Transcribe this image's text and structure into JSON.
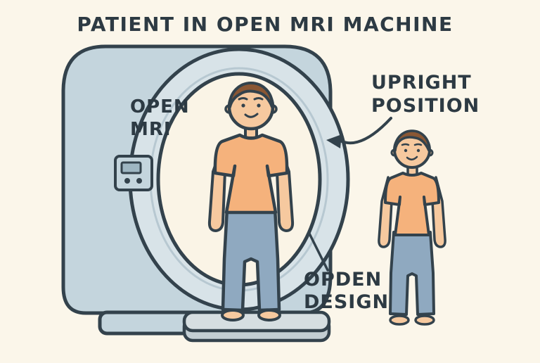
{
  "title": "PATIENT IN OPEN MRI MACHINE",
  "machine": {
    "label_line1": "OPEN",
    "label_line2": "MRI"
  },
  "annotations": {
    "upright_line1": "UPRIGHT",
    "upright_line2": "POSITION",
    "design_line1": "OPDEN",
    "design_line2": "DESIGN"
  },
  "colors": {
    "background": "#fbf6ea",
    "outline": "#33424c",
    "text": "#2d3a43",
    "machine_body": "#c4d5dd",
    "machine_ring": "#d8e3e8",
    "bore": "#faf4e6",
    "skin": "#f6c99f",
    "shirt": "#f5b27c",
    "pants": "#8fa9c0",
    "hair": "#8a5734",
    "platform": "#d6dee1",
    "platform_side": "#c3ced3"
  }
}
